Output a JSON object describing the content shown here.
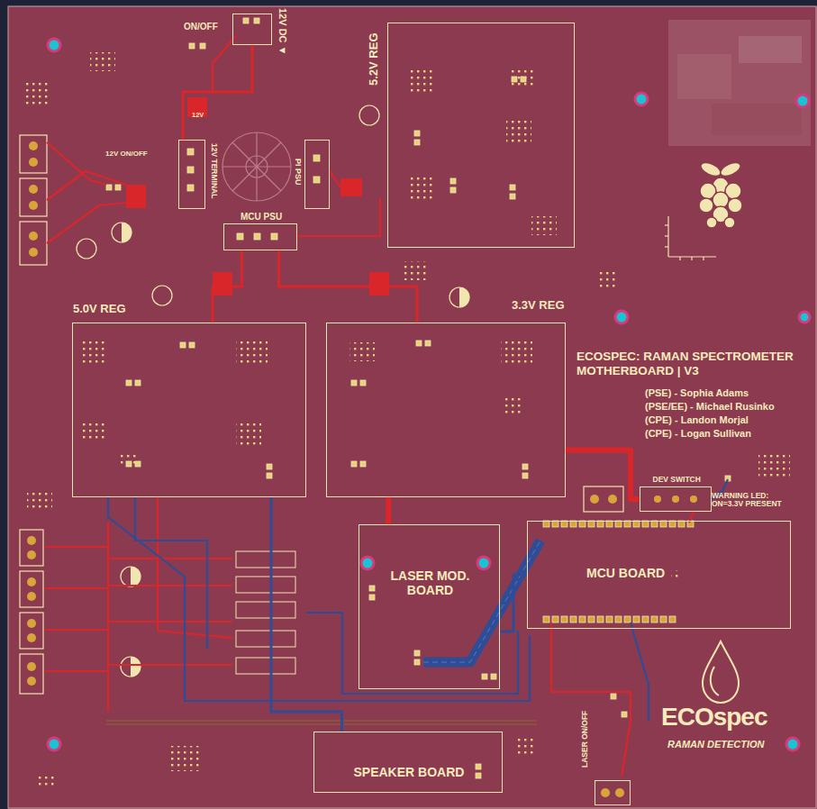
{
  "diagram": {
    "title": "ECOSPEC: RAMAN SPECTROMETER MOTHERBOARD | V3",
    "nodes": [
      {
        "text": [
          "12V DC ▼"
        ]
      },
      {
        "text": [
          "5.2V REG"
        ]
      },
      {
        "text": [
          "12V TERMINAL"
        ]
      },
      {
        "text": [
          "PI PSU"
        ]
      },
      {
        "text": [
          "MCU PSU"
        ]
      },
      {
        "text": [
          "5.0V REG"
        ]
      },
      {
        "text": [
          "3.3V REG"
        ]
      },
      {
        "text": [
          "DEV SWITCH"
        ]
      },
      {
        "text": [
          "LASER MOD. BOARD"
        ]
      },
      {
        "text": [
          "MCU BOARD"
        ]
      },
      {
        "text": [
          "SPEAKER BOARD"
        ]
      },
      {
        "text": [
          "LASER ON/OFF"
        ]
      }
    ],
    "edges": [
      {
        "from": 0,
        "to": 2,
        "arrow": "none"
      },
      {
        "from": 4,
        "to": 5,
        "arrow": "none"
      },
      {
        "from": 4,
        "to": 6,
        "arrow": "none"
      },
      {
        "from": 6,
        "to": 8,
        "arrow": "none"
      },
      {
        "from": 6,
        "to": 7,
        "arrow": "none"
      },
      {
        "from": 8,
        "to": 9,
        "arrow": "none"
      },
      {
        "from": 5,
        "to": 10,
        "arrow": "none"
      }
    ],
    "labels": [
      "ON/OFF",
      "12V",
      "12V ON/OFF",
      "(PSE) - Sophia Adams",
      "(PSE/EE) - Michael Rusinko",
      "(CPE) - Landon Morjal",
      "(CPE) - Logan Sullivan",
      "WARNING LED: ON=3.3V PRESENT",
      "ECOspec",
      "RAMAN DETECTION"
    ]
  }
}
